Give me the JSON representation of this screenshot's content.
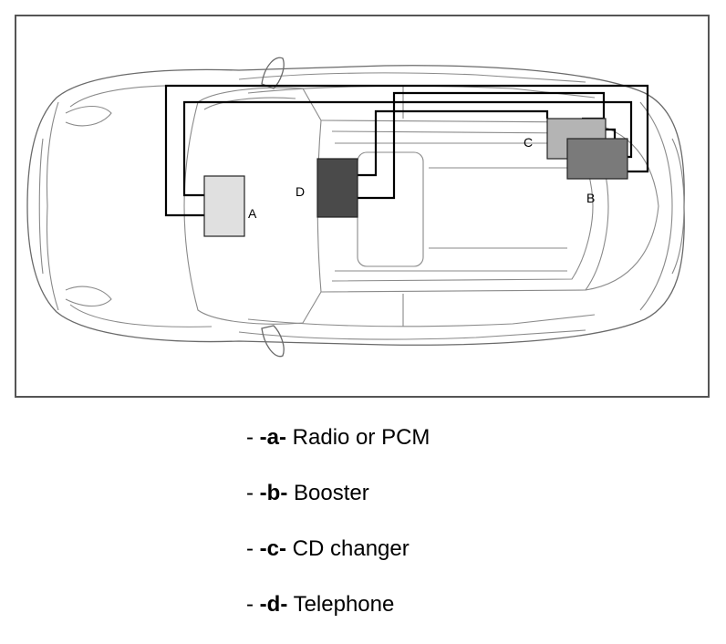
{
  "diagram": {
    "labels": {
      "a": "A",
      "b": "B",
      "c": "C",
      "d": "D"
    },
    "component_colors": {
      "a": "#e0e0e0",
      "b": "#7a7a7a",
      "c": "#b4b4b4",
      "d": "#4a4a4a"
    }
  },
  "legend": [
    {
      "prefix": "- ",
      "code": "-a-",
      "text": " Radio or PCM"
    },
    {
      "prefix": "- ",
      "code": "-b-",
      "text": " Booster"
    },
    {
      "prefix": "- ",
      "code": "-c-",
      "text": " CD changer"
    },
    {
      "prefix": "- ",
      "code": "-d-",
      "text": " Telephone"
    }
  ]
}
